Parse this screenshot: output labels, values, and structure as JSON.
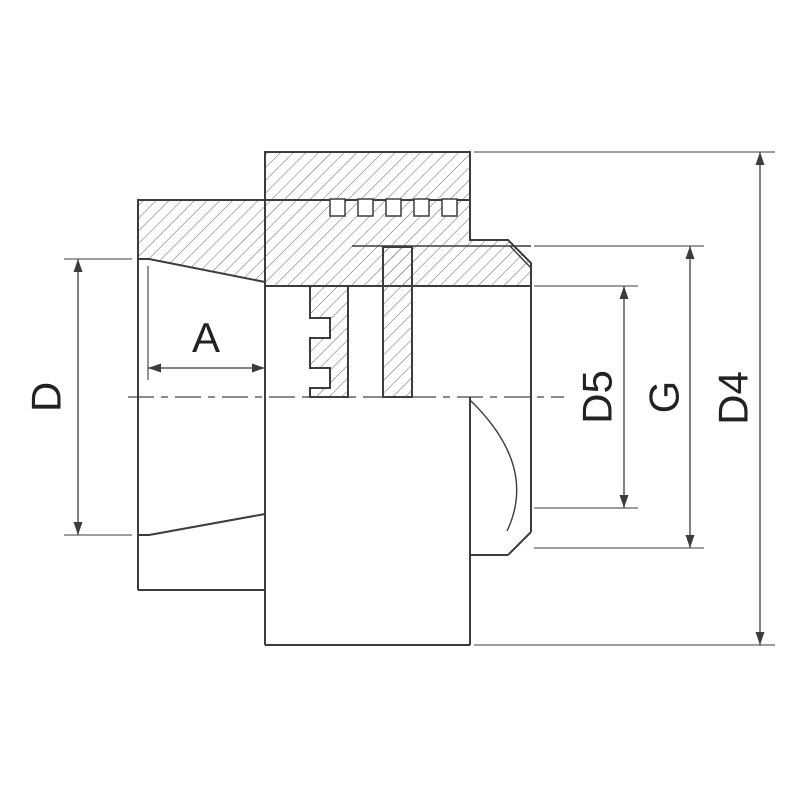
{
  "drawing": {
    "background_color": "#ffffff",
    "line_color": "#3c3c3c",
    "hatch_color": "#6b6b6b",
    "dimensions": {
      "d": {
        "label": "D"
      },
      "a": {
        "label": "A"
      },
      "d5": {
        "label": "D5"
      },
      "g": {
        "label": "G"
      },
      "d4": {
        "label": "D4"
      }
    }
  }
}
